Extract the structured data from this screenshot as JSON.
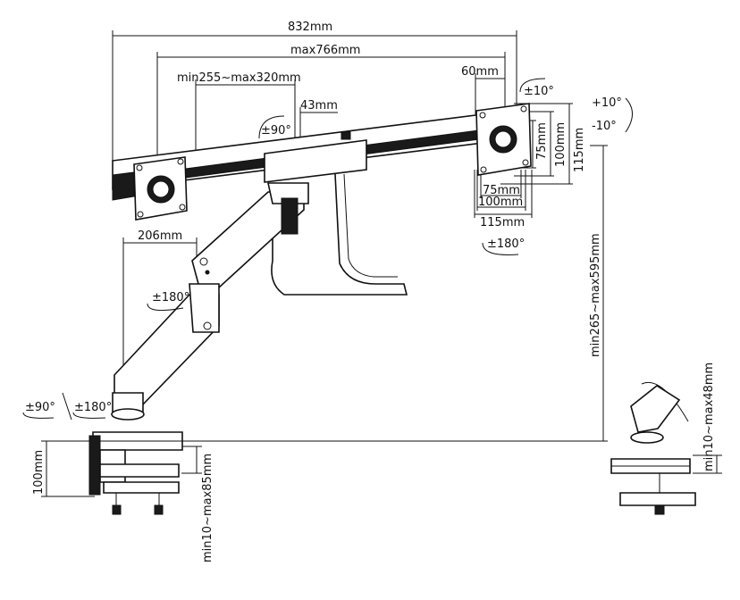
{
  "dimensions": {
    "total_width": "832mm",
    "max_width": "max766mm",
    "arm_reach": "min255~max320mm",
    "depth_small": "43mm",
    "offset_60": "60mm",
    "offset_206": "206mm",
    "vesa_75_h": "75mm",
    "vesa_100_h": "100mm",
    "vesa_115_h": "115mm",
    "vesa_75_w": "75mm",
    "vesa_100_w": "100mm",
    "vesa_115_w": "115mm",
    "height_range": "min265~max595mm",
    "clamp_height": "100mm",
    "clamp_thickness": "min10~max85mm",
    "grommet_thickness": "min10~max48mm"
  },
  "rotations": {
    "swivel_bar": "±90°",
    "tilt_small": "±10°",
    "tilt_up": "+10°",
    "tilt_down": "-10°",
    "rotate_vesa": "±180°",
    "rotate_arm": "±180°",
    "base_swivel_a": "±90°",
    "base_swivel_b": "±180°"
  }
}
